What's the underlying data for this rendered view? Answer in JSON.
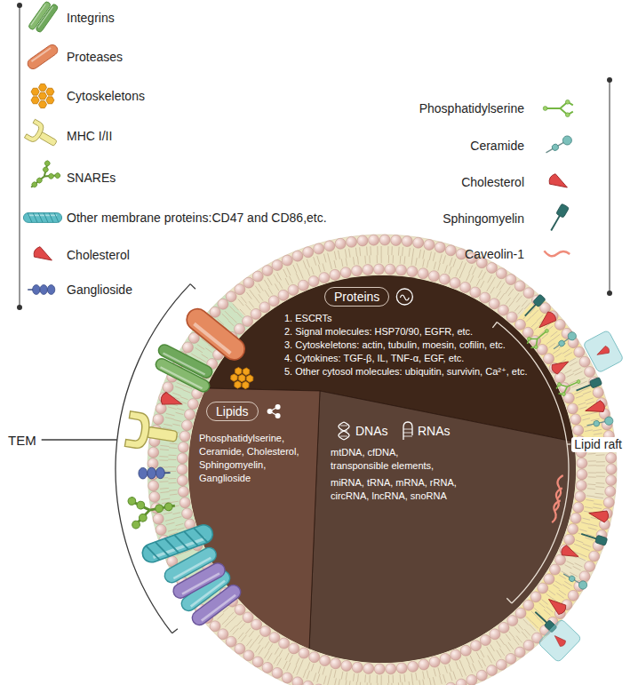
{
  "diagram": {
    "nodes": [
      {
        "text": [
          "Proteins",
          "1. ESCRTs",
          "2. Signal molecules: HSP70/90, EGFR, etc.",
          "3. Cytoskeletons: actin, tubulin, moesin, cofilin, etc.",
          "4. Cytokines: TGF-β, IL, TNF-α, EGF, etc.",
          "5. Other cytosol molecules: ubiquitin, survivin, Ca²⁺, etc."
        ]
      },
      {
        "text": [
          "Lipids",
          "Phosphatidylserine, Ceramide, Cholesterol, Sphingomyelin, Ganglioside"
        ]
      },
      {
        "text": [
          "DNAs",
          "RNAs",
          "mtDNA, cfDNA, transponsible elements,",
          "miRNA, tRNA, mRNA, rRNA, circRNA, lncRNA, snoRNA"
        ]
      }
    ],
    "labels": [
      "TEM",
      "Lipid raft"
    ],
    "legend": [
      {
        "text": "Integrins"
      },
      {
        "text": "Proteases"
      },
      {
        "text": "Cytoskeletons"
      },
      {
        "text": "MHC I/II"
      },
      {
        "text": "SNAREs"
      },
      {
        "text": "Other membrane proteins:CD47 and CD86,etc."
      },
      {
        "text": "Cholesterol"
      },
      {
        "text": "Ganglioside"
      },
      {
        "text": "Phosphatidylserine"
      },
      {
        "text": "Ceramide"
      },
      {
        "text": "Cholesterol"
      },
      {
        "text": "Sphingomyelin"
      },
      {
        "text": "Caveolin-1"
      }
    ]
  }
}
